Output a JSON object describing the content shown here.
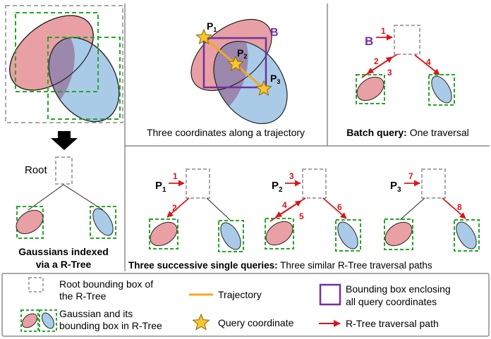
{
  "colors": {
    "pink": "#e8a0a4",
    "blue": "#a9cbe8",
    "overlap": "#9c87ad",
    "green_box": "#22a822",
    "gray_box": "#a8a8a8",
    "purple": "#7030a0",
    "orange": "#f5a623",
    "star_fill": "#f8c530",
    "red": "#d9151b"
  },
  "left_panel": {
    "root_label": "Root",
    "caption_line1": "Gaussians indexed",
    "caption_line2": "via a R-Tree"
  },
  "top_middle": {
    "point_labels": [
      "P",
      "P",
      "P"
    ],
    "point_subscripts": [
      "1",
      "2",
      "3"
    ],
    "box_label": "B",
    "caption": "Three coordinates along a trajectory"
  },
  "top_right": {
    "query_label": "B",
    "steps": [
      "1",
      "2",
      "3",
      "4"
    ],
    "caption_bold": "Batch query:",
    "caption_rest": " One traversal"
  },
  "bottom": {
    "trees": [
      {
        "label": "P",
        "sub": "1",
        "steps": [
          "1",
          "2"
        ]
      },
      {
        "label": "P",
        "sub": "2",
        "steps": [
          "3",
          "4",
          "5",
          "6"
        ]
      },
      {
        "label": "P",
        "sub": "3",
        "steps": [
          "7",
          "8"
        ]
      }
    ],
    "caption_bold": "Three successive single queries:",
    "caption_rest": " Three similar R-Tree traversal paths"
  },
  "legend": {
    "root_box_line1": "Root bounding box of",
    "root_box_line2": "the R-Tree",
    "gaussian_line1": "Gaussian and its",
    "gaussian_line2": "bounding box in R-Tree",
    "trajectory": "Trajectory",
    "query_coordinate": "Query coordinate",
    "bbox_line1": "Bounding box enclosing",
    "bbox_line2": "all query coordinates",
    "traversal_path": "R-Tree traversal path"
  }
}
